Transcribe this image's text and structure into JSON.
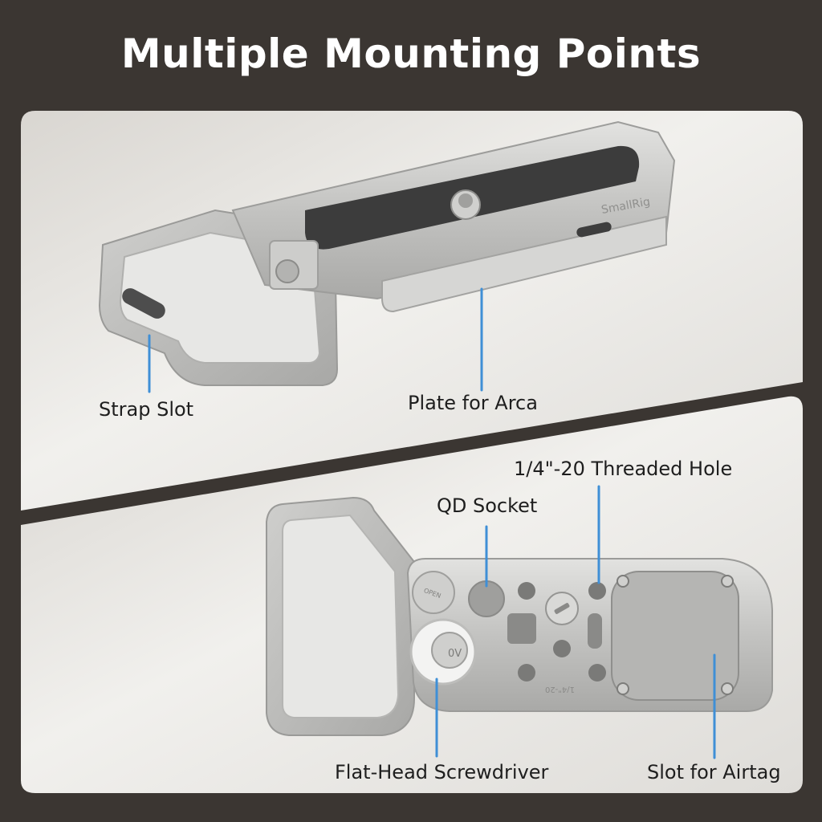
{
  "title": "Multiple Mounting Points",
  "brand_mark": "SmallRig",
  "engravings": {
    "open": "OPEN",
    "thread": "1/4\"-20",
    "screwdriver": "0V"
  },
  "callouts": {
    "strap_slot": "Strap Slot",
    "plate_for_arca": "Plate for Arca",
    "threaded_hole": "1/4\"-20 Threaded Hole",
    "qd_socket": "QD Socket",
    "flat_head_screwdriver": "Flat-Head Screwdriver",
    "slot_for_airtag": "Slot for Airtag"
  },
  "colors": {
    "background": "#3b3632",
    "panel": "#e9e7e3",
    "metal": "#c4c4c2",
    "rubber_pad": "#3c3c3c",
    "callout_line": "#3f8fd6"
  }
}
